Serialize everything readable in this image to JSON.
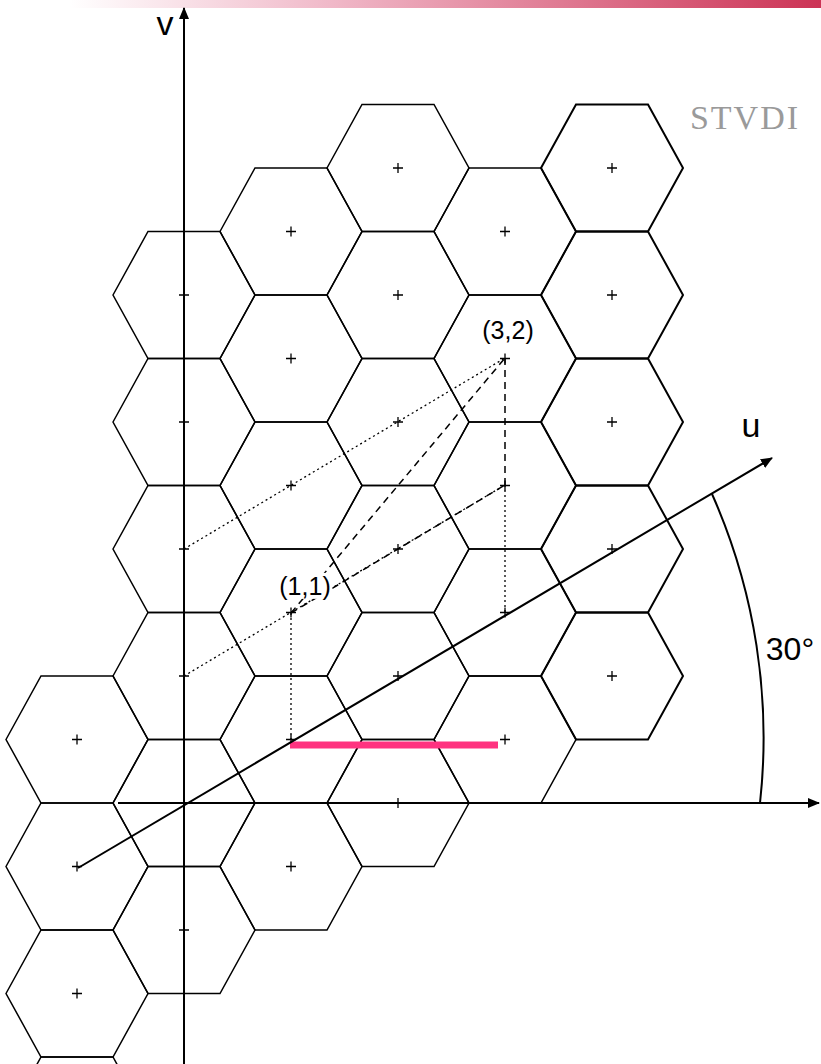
{
  "diagram": {
    "labels": [
      "v",
      "u",
      "30°",
      "(3,2)",
      "(1,1)",
      "STVDI"
    ]
  }
}
